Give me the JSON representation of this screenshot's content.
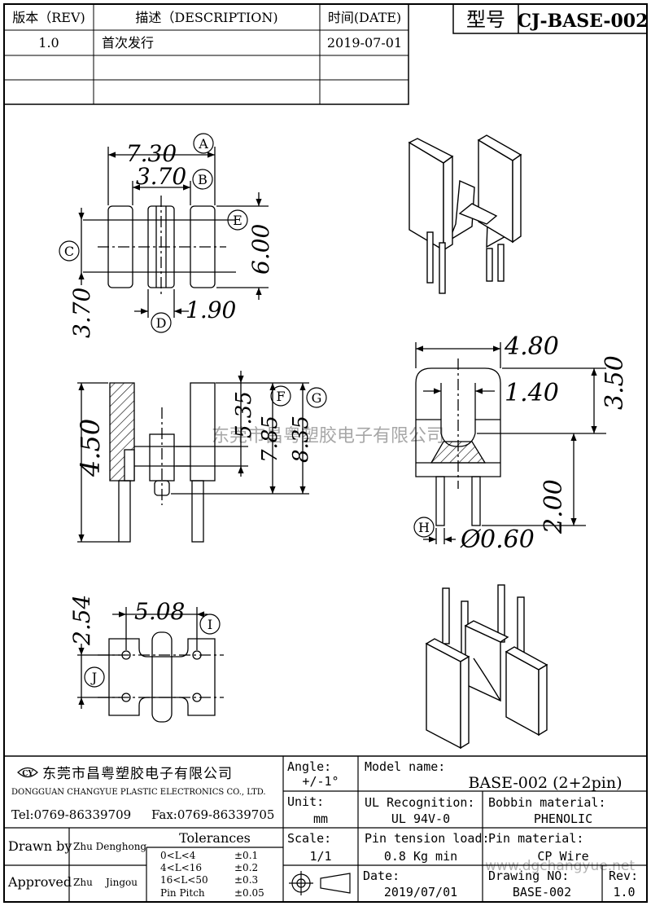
{
  "revision_table": {
    "headers": [
      "版本（REV)",
      "描述（DESCRIPTION)",
      "时间(DATE)"
    ],
    "rows": [
      [
        "1.0",
        "首次发行",
        "2019-07-01"
      ]
    ]
  },
  "model_box": {
    "label": "型号",
    "value": "CJ-BASE-002"
  },
  "watermark": "东莞市昌粤塑胶电子有限公司",
  "watermark_url": "www.dgchangyue.net",
  "dimensions": {
    "top_width": "7.30",
    "top_inner": "3.70",
    "top_height": "6.00",
    "left_height": "3.70",
    "post_width": "1.90",
    "front_height": "4.50",
    "f_dim": "5.35",
    "pin_len": "7.85",
    "g_dim": "8.35",
    "side_width": "4.80",
    "side_inner": "1.40",
    "side_height": "3.50",
    "pin_ext": "2.00",
    "pin_dia": "0.60",
    "pitch_v": "2.54",
    "pitch_h": "5.08"
  },
  "callouts": [
    "A",
    "B",
    "C",
    "D",
    "E",
    "F",
    "G",
    "H",
    "I",
    "J"
  ],
  "title_block": {
    "company_cn": "东莞市昌粤塑胶电子有限公司",
    "company_en": "DONGGUAN CHANGYUE PLASTIC ELECTRONICS CO., LTD.",
    "logo_text": "CY",
    "tel": "Tel:0769-86339709",
    "fax": "Fax:0769-86339705",
    "drawn_by_label": "Drawn by",
    "drawn_by": "Zhu Denghong",
    "approved_label": "Approved",
    "approved_first": "Zhu",
    "approved_last": "Jingou",
    "tolerances_label": "Tolerances",
    "tolerances": [
      {
        "range": "0<L<4",
        "value": "±0.1"
      },
      {
        "range": "4<L<16",
        "value": "±0.2"
      },
      {
        "range": "16<L<50",
        "value": "±0.3"
      },
      {
        "range": "Pin Pitch",
        "value": "±0.05"
      }
    ],
    "angle_label": "Angle:",
    "angle": "+/-1°",
    "unit_label": "Unit:",
    "unit": "mm",
    "scale_label": "Scale:",
    "scale": "1/1",
    "model_name_label": "Model name:",
    "model_name": "BASE-002 (2+2pin)",
    "ul_label": "UL Recognition:",
    "ul": "UL 94V-0",
    "bobbin_label": "Bobbin material:",
    "bobbin": "PHENOLIC",
    "pin_tension_label": "Pin tension load:",
    "pin_tension": "0.8 Kg min",
    "pin_material_label": "Pin material:",
    "pin_material": "CP Wire",
    "date_label": "Date:",
    "date": "2019/07/01",
    "drawing_no_label": "Drawing NO:",
    "drawing_no": "BASE-002",
    "rev_label": "Rev:",
    "rev": "1.0"
  }
}
